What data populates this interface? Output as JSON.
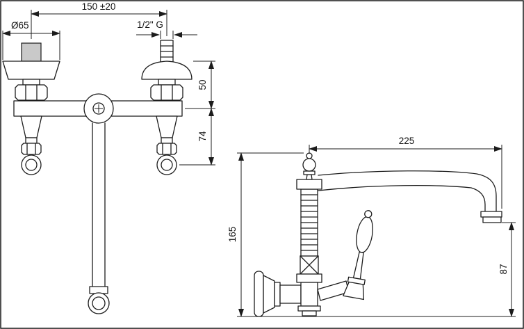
{
  "front_view": {
    "center_distance": "150 ±20",
    "escutcheon_diameter": "Ø65",
    "thread_size": "1/2\" G",
    "upper_offset": "50",
    "lower_offset": "74"
  },
  "side_view": {
    "spout_reach": "225",
    "total_height": "165",
    "spout_clearance": "87"
  }
}
